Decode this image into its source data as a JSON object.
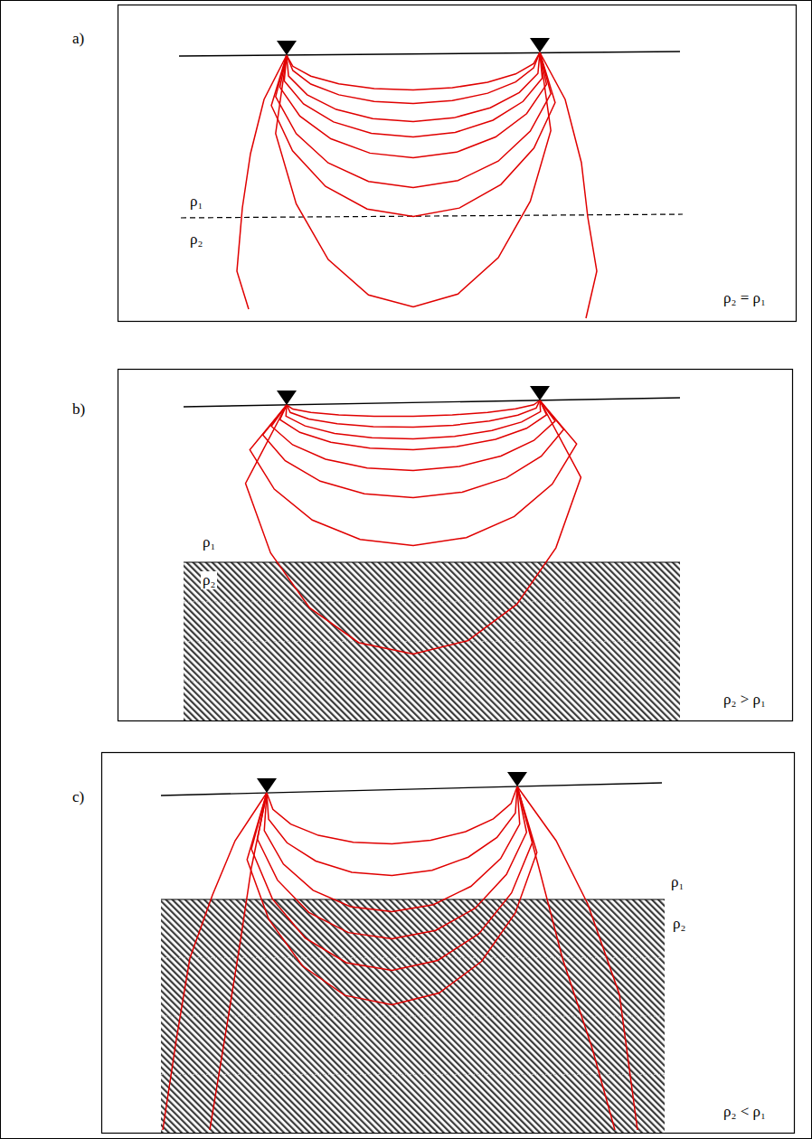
{
  "diagram": {
    "labels": [
      "a)",
      "ρ₁",
      "ρ₂",
      "ρ₂ = ρ₁",
      "b)",
      "ρ₁",
      "ρ₂",
      "ρ₂ > ρ₁",
      "c)",
      "ρ₁",
      "ρ₂",
      "ρ₂ < ρ₁"
    ]
  }
}
